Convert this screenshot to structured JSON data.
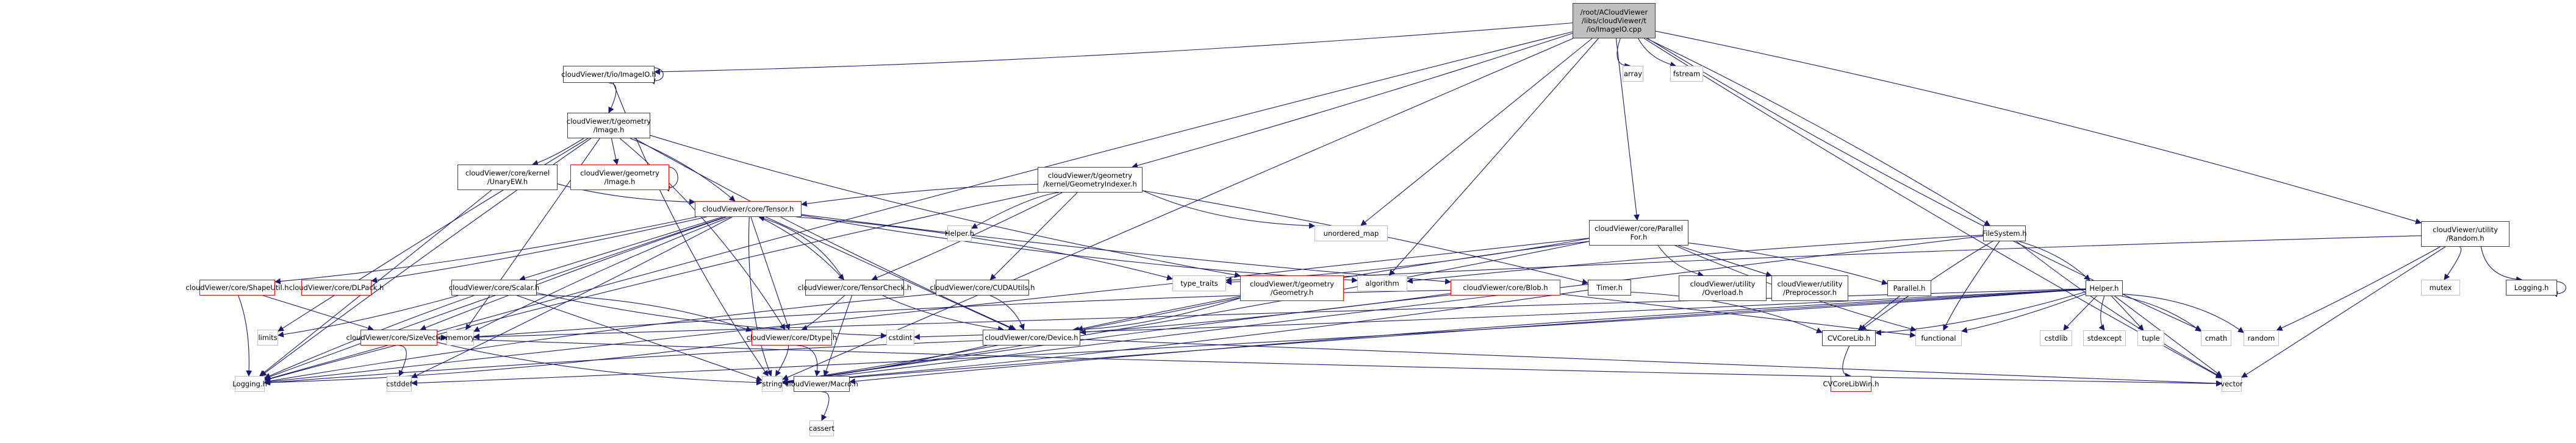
{
  "diagram": {
    "title": "/root/ACloudViewer/libs/cloudViewer/t/io/ImageIO.cpp",
    "edge_color": "#191970",
    "legend_colors": {
      "file": "#404040",
      "missing": "#ff0000",
      "system": "#bfbfbf",
      "root_fill": "#bfbfbf"
    },
    "nodes": [
      {
        "id": "root",
        "label": "/root/ACloudViewer\n/libs/cloudViewer/t\n/io/ImageIO.cpp",
        "kind": "root"
      },
      {
        "id": "imageio_h",
        "label": "cloudViewer/t/io/ImageIO.h",
        "kind": "file"
      },
      {
        "id": "t_image_h",
        "label": "cloudViewer/t/geometry\n/Image.h",
        "kind": "file"
      },
      {
        "id": "unaryew_h",
        "label": "cloudViewer/core/kernel\n/UnaryEW.h",
        "kind": "file"
      },
      {
        "id": "geom_image_h",
        "label": "cloudViewer/geometry\n/Image.h",
        "kind": "missing"
      },
      {
        "id": "geomindexer_h",
        "label": "cloudViewer/t/geometry\n/kernel/GeometryIndexer.h",
        "kind": "file"
      },
      {
        "id": "tensor_h",
        "label": "cloudViewer/core/Tensor.h",
        "kind": "missing"
      },
      {
        "id": "helper_h_sys",
        "label": "Helper.h",
        "kind": "system"
      },
      {
        "id": "unordered_map",
        "label": "unordered_map",
        "kind": "system"
      },
      {
        "id": "parallelfor_h",
        "label": "cloudViewer/core/Parallel\nFor.h",
        "kind": "file"
      },
      {
        "id": "filesystem_h",
        "label": "FileSystem.h",
        "kind": "file"
      },
      {
        "id": "random_h",
        "label": "cloudViewer/utility\n/Random.h",
        "kind": "file"
      },
      {
        "id": "array",
        "label": "array",
        "kind": "system"
      },
      {
        "id": "fstream",
        "label": "fstream",
        "kind": "system"
      },
      {
        "id": "shapeutil_h",
        "label": "cloudViewer/core/ShapeUtil.h",
        "kind": "missing"
      },
      {
        "id": "dlpack_h",
        "label": "cloudViewer/core/DLPack.h",
        "kind": "missing"
      },
      {
        "id": "scalar_h",
        "label": "cloudViewer/core/Scalar.h",
        "kind": "file"
      },
      {
        "id": "tensorcheck_h",
        "label": "cloudViewer/core/TensorCheck.h",
        "kind": "file"
      },
      {
        "id": "cudautils_h",
        "label": "cloudViewer/core/CUDAUtils.h",
        "kind": "file"
      },
      {
        "id": "type_traits",
        "label": "type_traits",
        "kind": "system"
      },
      {
        "id": "t_geometry_h",
        "label": "cloudViewer/t/geometry\n/Geometry.h",
        "kind": "missing"
      },
      {
        "id": "algorithm",
        "label": "algorithm",
        "kind": "system"
      },
      {
        "id": "blob_h",
        "label": "cloudViewer/core/Blob.h",
        "kind": "missing"
      },
      {
        "id": "timer_h",
        "label": "Timer.h",
        "kind": "file"
      },
      {
        "id": "overload_h",
        "label": "cloudViewer/utility\n/Overload.h",
        "kind": "file"
      },
      {
        "id": "preprocessor_h",
        "label": "cloudViewer/utility\n/Preprocessor.h",
        "kind": "file"
      },
      {
        "id": "parallel_h",
        "label": "Parallel.h",
        "kind": "file"
      },
      {
        "id": "helper_h",
        "label": "Helper.h",
        "kind": "file"
      },
      {
        "id": "mutex",
        "label": "mutex",
        "kind": "system"
      },
      {
        "id": "logging_h_top",
        "label": "Logging.h",
        "kind": "file"
      },
      {
        "id": "limits",
        "label": "limits",
        "kind": "system"
      },
      {
        "id": "sizevector_h",
        "label": "cloudViewer/core/SizeVector.h",
        "kind": "missing"
      },
      {
        "id": "memory",
        "label": "memory",
        "kind": "system"
      },
      {
        "id": "dtype_h",
        "label": "cloudViewer/core/Dtype.h",
        "kind": "missing"
      },
      {
        "id": "cstdint",
        "label": "cstdint",
        "kind": "system"
      },
      {
        "id": "device_h",
        "label": "cloudViewer/core/Device.h",
        "kind": "file"
      },
      {
        "id": "cvcorelib_h",
        "label": "CVCoreLib.h",
        "kind": "file"
      },
      {
        "id": "functional",
        "label": "functional",
        "kind": "system"
      },
      {
        "id": "cstdlib",
        "label": "cstdlib",
        "kind": "system"
      },
      {
        "id": "stdexcept",
        "label": "stdexcept",
        "kind": "system"
      },
      {
        "id": "tuple",
        "label": "tuple",
        "kind": "system"
      },
      {
        "id": "cmath",
        "label": "cmath",
        "kind": "system"
      },
      {
        "id": "random",
        "label": "random",
        "kind": "system"
      },
      {
        "id": "logging_h",
        "label": "Logging.h",
        "kind": "system"
      },
      {
        "id": "cstddef",
        "label": "cstddef",
        "kind": "system"
      },
      {
        "id": "string",
        "label": "string",
        "kind": "system"
      },
      {
        "id": "macro_h",
        "label": "cloudViewer/Macro.h",
        "kind": "file"
      },
      {
        "id": "cassert",
        "label": "cassert",
        "kind": "system"
      },
      {
        "id": "cvcorelibwin_h",
        "label": "CVCoreLibWin.h",
        "kind": "missing"
      },
      {
        "id": "vector",
        "label": "vector",
        "kind": "system"
      }
    ],
    "edges": [
      [
        "root",
        "imageio_h"
      ],
      [
        "root",
        "geomindexer_h"
      ],
      [
        "root",
        "parallelfor_h"
      ],
      [
        "root",
        "filesystem_h"
      ],
      [
        "root",
        "random_h"
      ],
      [
        "root",
        "array"
      ],
      [
        "root",
        "fstream"
      ],
      [
        "root",
        "unordered_map"
      ],
      [
        "root",
        "algorithm"
      ],
      [
        "root",
        "logging_h"
      ],
      [
        "root",
        "cmath"
      ],
      [
        "root",
        "vector"
      ],
      [
        "root",
        "string"
      ],
      [
        "imageio_h",
        "imageio_h"
      ],
      [
        "imageio_h",
        "t_image_h"
      ],
      [
        "imageio_h",
        "string"
      ],
      [
        "t_image_h",
        "unaryew_h"
      ],
      [
        "t_image_h",
        "geom_image_h"
      ],
      [
        "t_image_h",
        "tensor_h"
      ],
      [
        "t_image_h",
        "dtype_h"
      ],
      [
        "t_image_h",
        "t_geometry_h"
      ],
      [
        "t_image_h",
        "device_h"
      ],
      [
        "t_image_h",
        "memory"
      ],
      [
        "t_image_h",
        "limits"
      ],
      [
        "t_image_h",
        "logging_h"
      ],
      [
        "geom_image_h",
        "geom_image_h"
      ],
      [
        "unaryew_h",
        "tensor_h"
      ],
      [
        "unaryew_h",
        "logging_h"
      ],
      [
        "geomindexer_h",
        "tensor_h"
      ],
      [
        "geomindexer_h",
        "helper_h_sys"
      ],
      [
        "geomindexer_h",
        "unordered_map"
      ],
      [
        "geomindexer_h",
        "tensorcheck_h"
      ],
      [
        "geomindexer_h",
        "cudautils_h"
      ],
      [
        "geomindexer_h",
        "timer_h"
      ],
      [
        "geomindexer_h",
        "logging_h"
      ],
      [
        "tensor_h",
        "shapeutil_h"
      ],
      [
        "tensor_h",
        "dlpack_h"
      ],
      [
        "tensor_h",
        "scalar_h"
      ],
      [
        "tensor_h",
        "tensorcheck_h"
      ],
      [
        "tensor_h",
        "type_traits"
      ],
      [
        "tensor_h",
        "algorithm"
      ],
      [
        "tensor_h",
        "blob_h"
      ],
      [
        "tensor_h",
        "dtype_h"
      ],
      [
        "tensor_h",
        "sizevector_h"
      ],
      [
        "tensor_h",
        "memory"
      ],
      [
        "tensor_h",
        "string"
      ],
      [
        "tensor_h",
        "cstddef"
      ],
      [
        "tensor_h",
        "device_h"
      ],
      [
        "tensor_h",
        "logging_h"
      ],
      [
        "tensorcheck_h",
        "tensor_h"
      ],
      [
        "tensorcheck_h",
        "dtype_h"
      ],
      [
        "tensorcheck_h",
        "device_h"
      ],
      [
        "tensorcheck_h",
        "macro_h"
      ],
      [
        "cudautils_h",
        "device_h"
      ],
      [
        "cudautils_h",
        "logging_h"
      ],
      [
        "parallelfor_h",
        "type_traits"
      ],
      [
        "parallelfor_h",
        "overload_h"
      ],
      [
        "parallelfor_h",
        "preprocessor_h"
      ],
      [
        "parallelfor_h",
        "parallel_h"
      ],
      [
        "parallelfor_h",
        "device_h"
      ],
      [
        "parallelfor_h",
        "string"
      ],
      [
        "parallelfor_h",
        "functional"
      ],
      [
        "parallelfor_h",
        "logging_h"
      ],
      [
        "filesystem_h",
        "helper_h"
      ],
      [
        "filesystem_h",
        "cvcorelib_h"
      ],
      [
        "filesystem_h",
        "functional"
      ],
      [
        "filesystem_h",
        "vector"
      ],
      [
        "filesystem_h",
        "string"
      ],
      [
        "filesystem_h",
        "algorithm"
      ],
      [
        "random_h",
        "mutex"
      ],
      [
        "random_h",
        "logging_h_top"
      ],
      [
        "random_h",
        "random"
      ],
      [
        "random_h",
        "vector"
      ],
      [
        "random_h",
        "type_traits"
      ],
      [
        "logging_h_top",
        "logging_h_top"
      ],
      [
        "helper_h",
        "cstdlib"
      ],
      [
        "helper_h",
        "stdexcept"
      ],
      [
        "helper_h",
        "tuple"
      ],
      [
        "helper_h",
        "cmath"
      ],
      [
        "helper_h",
        "random"
      ],
      [
        "helper_h",
        "cvcorelib_h"
      ],
      [
        "helper_h",
        "functional"
      ],
      [
        "helper_h",
        "vector"
      ],
      [
        "helper_h",
        "string"
      ],
      [
        "helper_h",
        "macro_h"
      ],
      [
        "helper_h",
        "cstddef"
      ],
      [
        "helper_h",
        "cstdint"
      ],
      [
        "helper_h",
        "memory"
      ],
      [
        "parallel_h",
        "cvcorelib_h"
      ],
      [
        "timer_h",
        "cvcorelib_h"
      ],
      [
        "timer_h",
        "string"
      ],
      [
        "blob_h",
        "device_h"
      ],
      [
        "blob_h",
        "functional"
      ],
      [
        "blob_h",
        "string"
      ],
      [
        "blob_h",
        "memory"
      ],
      [
        "t_geometry_h",
        "device_h"
      ],
      [
        "t_geometry_h",
        "string"
      ],
      [
        "shapeutil_h",
        "sizevector_h"
      ],
      [
        "shapeutil_h",
        "logging_h"
      ],
      [
        "scalar_h",
        "dtype_h"
      ],
      [
        "scalar_h",
        "cstdint"
      ],
      [
        "scalar_h",
        "limits"
      ],
      [
        "scalar_h",
        "string"
      ],
      [
        "scalar_h",
        "logging_h"
      ],
      [
        "sizevector_h",
        "cstddef"
      ],
      [
        "sizevector_h",
        "string"
      ],
      [
        "sizevector_h",
        "vector"
      ],
      [
        "sizevector_h",
        "memory"
      ],
      [
        "dtype_h",
        "string"
      ],
      [
        "dtype_h",
        "macro_h"
      ],
      [
        "dtype_h",
        "logging_h"
      ],
      [
        "device_h",
        "string"
      ],
      [
        "device_h",
        "vector"
      ],
      [
        "device_h",
        "logging_h"
      ],
      [
        "macro_h",
        "cassert"
      ],
      [
        "cvcorelib_h",
        "cvcorelibwin_h"
      ]
    ]
  }
}
